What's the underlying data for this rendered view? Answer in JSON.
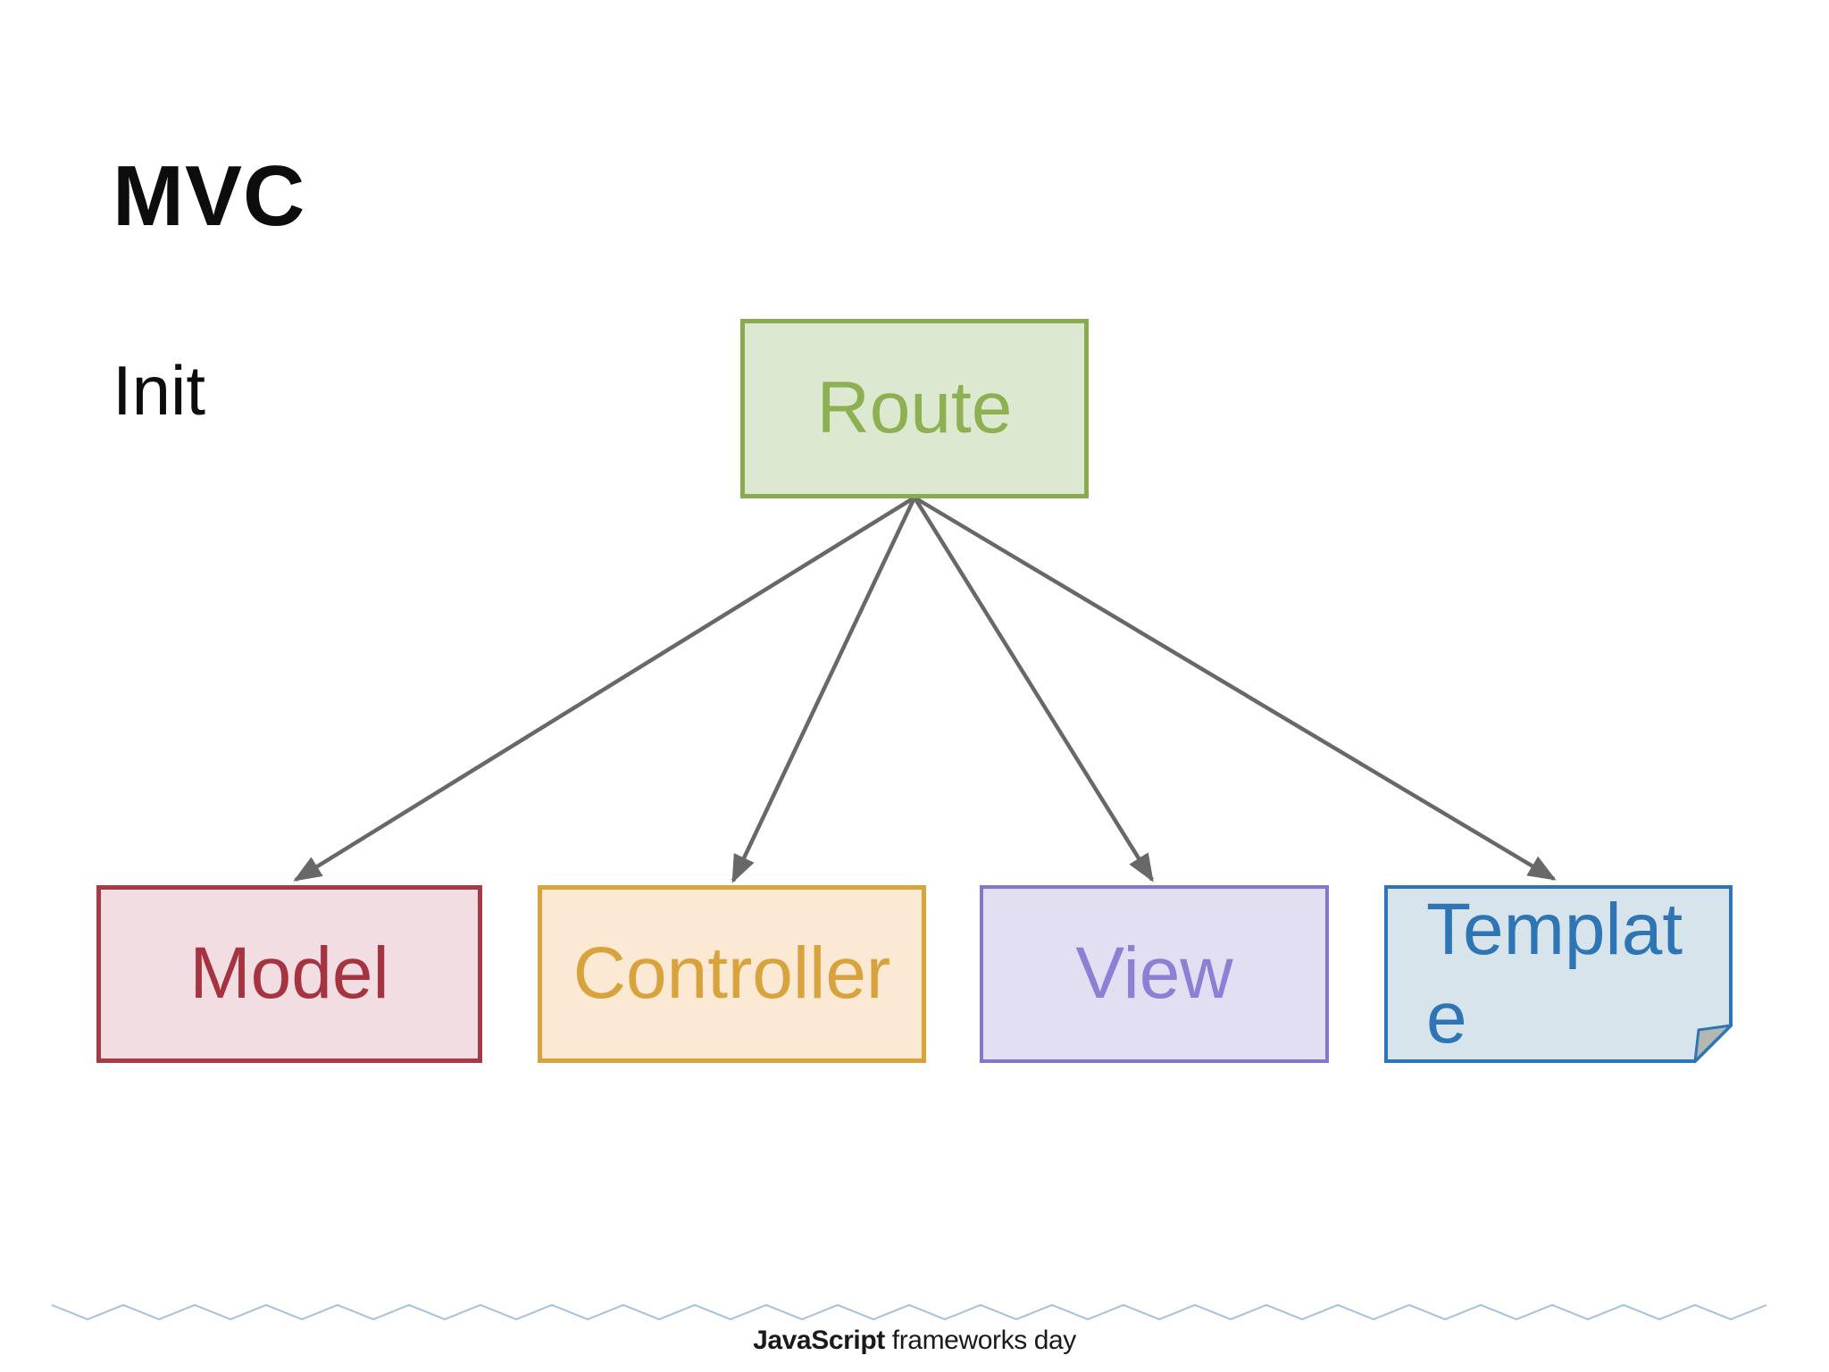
{
  "slide": {
    "title": "MVC",
    "subtitle": "Init",
    "footer": {
      "brand_bold": "JavaScript",
      "brand_regular": " frameworks day"
    }
  },
  "diagram": {
    "root_node": {
      "label": "Route",
      "fill": "#dce8d0",
      "border_color": "#89ab4f",
      "text_color": "#8cb052"
    },
    "child_nodes": [
      {
        "label": "Model",
        "fill": "#f2dde3",
        "border_color": "#a73a46",
        "text_color": "#a53440",
        "shape": "rectangle"
      },
      {
        "label": "Controller",
        "fill": "#fce9d3",
        "border_color": "#d8a23d",
        "text_color": "#d8a23d",
        "shape": "rectangle"
      },
      {
        "label": "View",
        "fill": "#e3dff2",
        "border_color": "#8476ca",
        "text_color": "#8c7fd6",
        "shape": "rectangle"
      },
      {
        "label": "Template",
        "fill": "#d8e4ec",
        "border_color": "#2e75b5",
        "text_color": "#2e75b5",
        "shape": "folded-note"
      }
    ],
    "arrows": {
      "color": "#686868",
      "from": "Route",
      "to": [
        "Model",
        "Controller",
        "View",
        "Template"
      ]
    },
    "divider_zigzag_color": "#a5c1de"
  }
}
